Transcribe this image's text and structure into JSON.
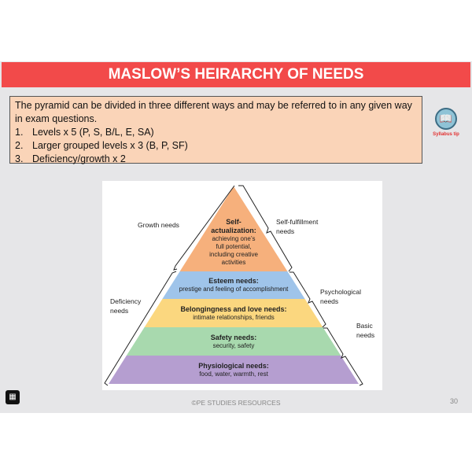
{
  "title": "MASLOW’S HEIRARCHY OF NEEDS",
  "tip": {
    "intro": "The pyramid can be divided in three different ways and may be referred to in any given way in exam questions.",
    "items": [
      {
        "num": "1.",
        "text": "Levels x 5 (P, S, B/L, E, SA)"
      },
      {
        "num": "2.",
        "text": "Larger grouped levels x 3 (B, P, SF)"
      },
      {
        "num": "3.",
        "text": "Deficiency/growth x 2"
      }
    ],
    "badge_label": "Syllabus tip",
    "badge_icon": "book-lightbulb-icon"
  },
  "pyramid": {
    "levels": [
      {
        "title1": "Self-",
        "title2": "actualization:",
        "desc": [
          "achieving one’s",
          "full potential,",
          "including creative",
          "activities"
        ],
        "color": "#f6b07c"
      },
      {
        "title": "Esteem needs:",
        "desc": "prestige and feeling of accomplishment",
        "color": "#9fc4ea"
      },
      {
        "title": "Belongingness and love needs:",
        "desc": "intimate relationships, friends",
        "color": "#fbd77f"
      },
      {
        "title": "Safety needs:",
        "desc": "security, safety",
        "color": "#a8d9ae"
      },
      {
        "title": "Physiological needs:",
        "desc": "food, water, warmth, rest",
        "color": "#b59ed0"
      }
    ],
    "left_groups": [
      {
        "l1": "Growth needs"
      },
      {
        "l1": "Deficiency",
        "l2": "needs"
      }
    ],
    "right_groups": [
      {
        "l1": "Self-fulfillment",
        "l2": "needs"
      },
      {
        "l1": "Psychological",
        "l2": "needs"
      },
      {
        "l1": "Basic",
        "l2": "needs"
      }
    ]
  },
  "footer": {
    "copyright": "©PE STUDIES RESOURCES",
    "page": "30"
  }
}
